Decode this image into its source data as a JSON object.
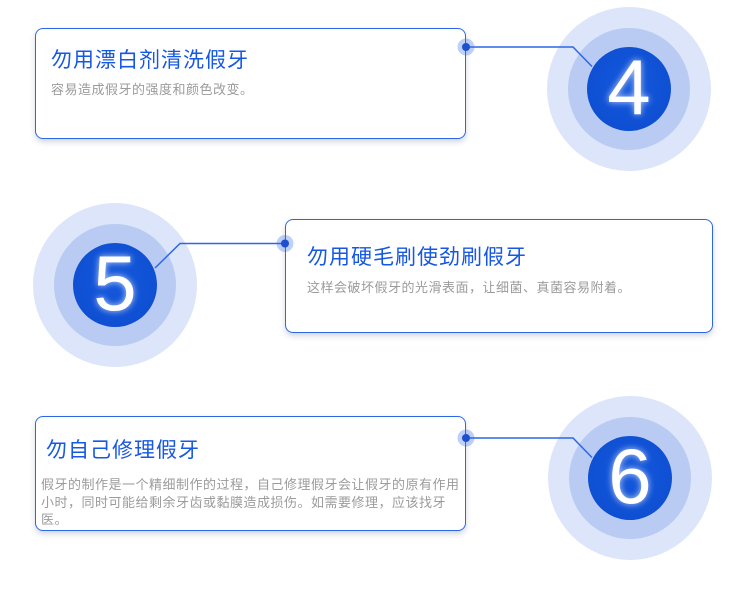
{
  "colors": {
    "title_blue": "#1657e5",
    "border_blue": "#2c67e8",
    "circle_inner_blue": "#0e4fd2",
    "circle_middle_blue": "#b9cbf3",
    "circle_outer_blue": "#dce5f9",
    "description_gray": "#9b9b9b",
    "number_white": "#ffffff",
    "background": "#ffffff"
  },
  "sections": [
    {
      "number": "4",
      "title": "勿用漂白剂清洗假牙",
      "description": "容易造成假牙的强度和颜色改变。"
    },
    {
      "number": "5",
      "title": "勿用硬毛刷使劲刷假牙",
      "description": "这样会破坏假牙的光滑表面，让细菌、真菌容易附着。"
    },
    {
      "number": "6",
      "title": "勿自己修理假牙",
      "description": "假牙的制作是一个精细制作的过程，自己修理假牙会让假牙的原有作用小时，同时可能给剩余牙齿或黏膜造成损伤。如需要修理，应该找牙医。"
    }
  ]
}
